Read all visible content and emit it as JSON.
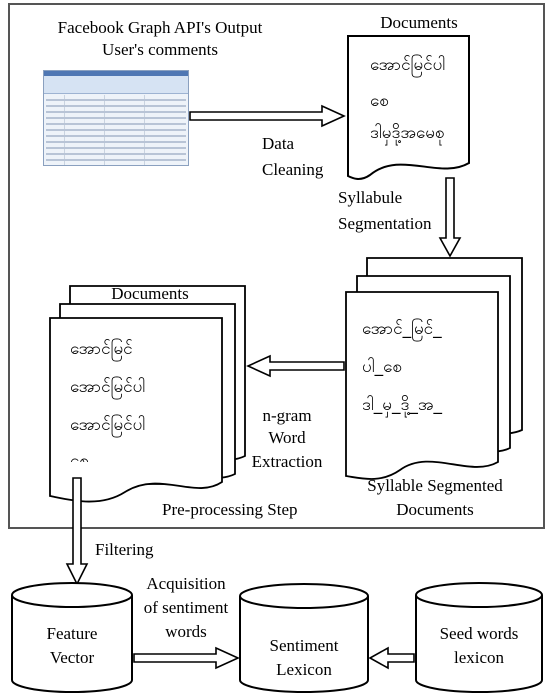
{
  "colors": {
    "line": "#000000",
    "panel_border": "#555555",
    "sheet_accent": "#4f77b3"
  },
  "source": {
    "title_line1": "Facebook Graph API's Output",
    "title_line2": "User's comments"
  },
  "doc_raw": {
    "label": "Documents",
    "lines": [
      "အောင်မြင်ပါ",
      "စေ",
      "ဒါမှဒို့အမေစု"
    ]
  },
  "step_cleaning": {
    "line1": "Data",
    "line2": "Cleaning"
  },
  "step_syllable": {
    "line1": "Syllabule",
    "line2": "Segmentation"
  },
  "doc_segmented": {
    "lines": [
      "အောင်_မြင်_",
      "ပါ_စေ",
      "ဒါ_မှ_ဒို့_အ_"
    ],
    "caption_line1": "Syllable Segmented",
    "caption_line2": "Documents"
  },
  "step_ngram": {
    "line1": "n-gram",
    "line2": "Word",
    "line3": "Extraction"
  },
  "doc_ngram": {
    "label": "Documents",
    "lines": [
      "အောင်မြင်",
      "အောင်မြင်ပါ",
      "အောင်မြင်ပါ",
      "စေ"
    ]
  },
  "preprocessing_label": "Pre-processing Step",
  "filtering_label": "Filtering",
  "acquisition": {
    "line1": "Acquisition",
    "line2": "of sentiment",
    "line3": "words"
  },
  "db_feature": {
    "line1": "Feature",
    "line2": "Vector"
  },
  "db_lexicon": {
    "line1": "Sentiment",
    "line2": "Lexicon"
  },
  "db_seed": {
    "line1": "Seed words",
    "line2": "lexicon"
  }
}
